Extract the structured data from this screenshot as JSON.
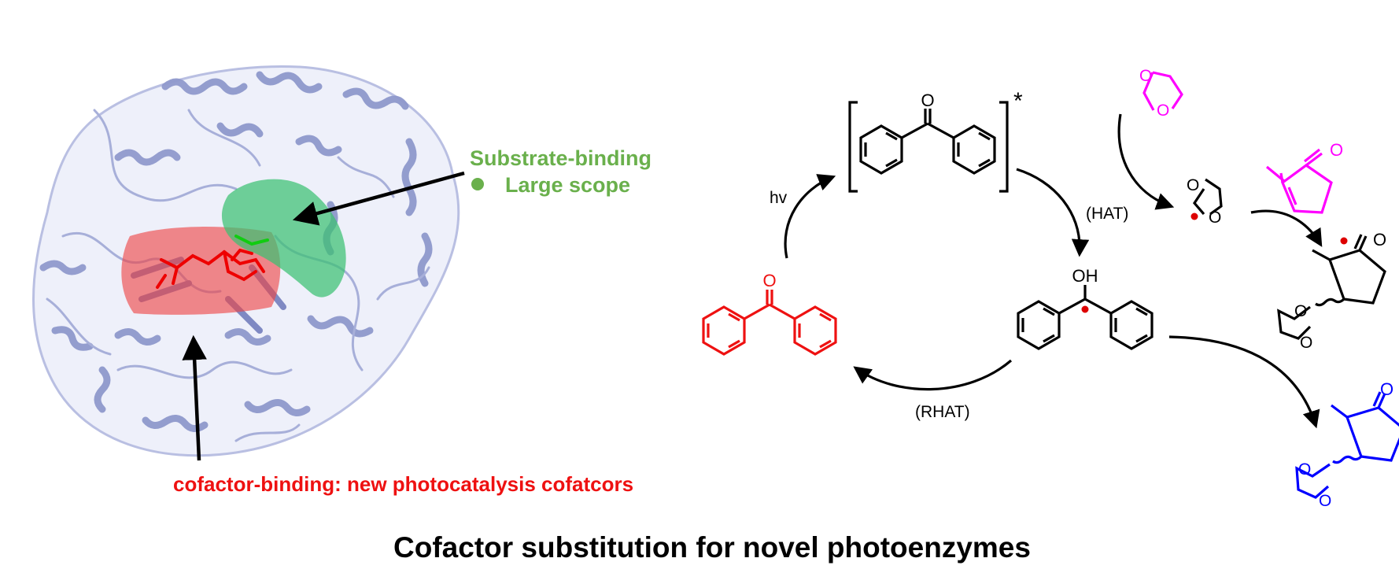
{
  "colors": {
    "protein": "#9aa3d3",
    "substrate_pocket": "#3cc071",
    "cofactor_pocket": "#ee4444",
    "substrate_text": "#6ab04c",
    "cofactor_text": "#ee1111",
    "ketone_red": "#ee1111",
    "dioxolane_magenta": "#ff00ff",
    "product_blue": "#0000ff",
    "radical_dot": "#dd0000"
  },
  "labels": {
    "substrate_binding": "Substrate-binding",
    "large_scope": "Large scope",
    "cofactor_binding": "cofactor-binding: new photocatalysis cofatcors",
    "hv": "hv",
    "hat": "(HAT)",
    "rhat": "(RHAT)",
    "excited_star": "*",
    "oxygen": "O",
    "hydroxyl": "OH"
  },
  "title": "Cofactor substitution for novel photoenzymes",
  "icons": {
    "protein": "protein-ribbon-icon",
    "bullet": "bullet-dot-icon"
  }
}
